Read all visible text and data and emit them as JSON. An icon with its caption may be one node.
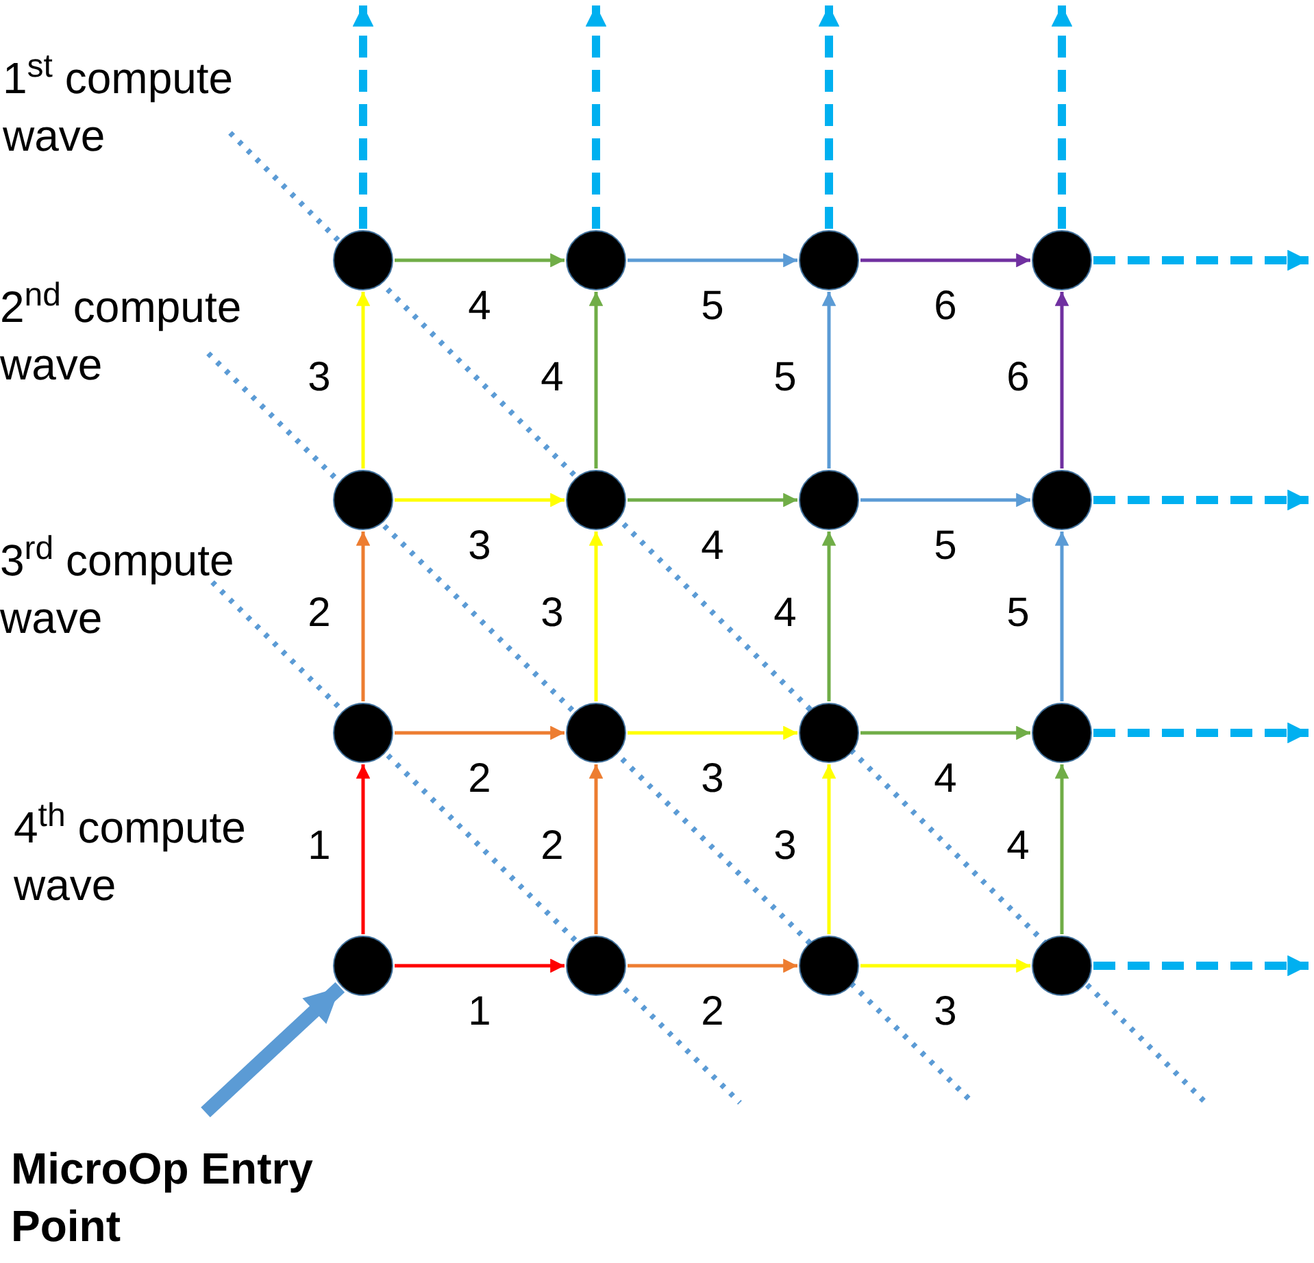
{
  "diagram": {
    "nodes": [
      {
        "text": [],
        "shape": "circle"
      },
      {
        "text": [],
        "shape": "circle"
      },
      {
        "text": [],
        "shape": "circle"
      },
      {
        "text": [],
        "shape": "circle"
      },
      {
        "text": [],
        "shape": "circle"
      },
      {
        "text": [],
        "shape": "circle"
      },
      {
        "text": [],
        "shape": "circle"
      },
      {
        "text": [],
        "shape": "circle"
      },
      {
        "text": [],
        "shape": "circle"
      },
      {
        "text": [],
        "shape": "circle"
      },
      {
        "text": [],
        "shape": "circle"
      },
      {
        "text": [],
        "shape": "circle"
      },
      {
        "text": [],
        "shape": "circle"
      },
      {
        "text": [],
        "shape": "circle"
      },
      {
        "text": [],
        "shape": "circle"
      },
      {
        "text": [],
        "shape": "circle"
      },
      {
        "text": [
          "MicroOp Entry Point"
        ]
      }
    ],
    "edges": [
      {
        "from": 12,
        "to": 13,
        "arrow": "to",
        "label": "1",
        "color": "#ff0000"
      },
      {
        "from": 13,
        "to": 14,
        "arrow": "to",
        "label": "2",
        "color": "#ed7d31"
      },
      {
        "from": 14,
        "to": 15,
        "arrow": "to",
        "label": "3",
        "color": "#ffff00"
      },
      {
        "from": 8,
        "to": 9,
        "arrow": "to",
        "label": "2",
        "color": "#ed7d31"
      },
      {
        "from": 9,
        "to": 10,
        "arrow": "to",
        "label": "3",
        "color": "#ffff00"
      },
      {
        "from": 10,
        "to": 11,
        "arrow": "to",
        "label": "4",
        "color": "#70ad47"
      },
      {
        "from": 4,
        "to": 5,
        "arrow": "to",
        "label": "3",
        "color": "#ffff00"
      },
      {
        "from": 5,
        "to": 6,
        "arrow": "to",
        "label": "4",
        "color": "#70ad47"
      },
      {
        "from": 6,
        "to": 7,
        "arrow": "to",
        "label": "5",
        "color": "#5b9bd5"
      },
      {
        "from": 0,
        "to": 1,
        "arrow": "to",
        "label": "4",
        "color": "#70ad47"
      },
      {
        "from": 1,
        "to": 2,
        "arrow": "to",
        "label": "5",
        "color": "#5b9bd5"
      },
      {
        "from": 2,
        "to": 3,
        "arrow": "to",
        "label": "6",
        "color": "#7030a0"
      },
      {
        "from": 12,
        "to": 8,
        "arrow": "to",
        "label": "1",
        "color": "#ff0000"
      },
      {
        "from": 8,
        "to": 4,
        "arrow": "to",
        "label": "2",
        "color": "#ed7d31"
      },
      {
        "from": 4,
        "to": 0,
        "arrow": "to",
        "label": "3",
        "color": "#ffff00"
      },
      {
        "from": 13,
        "to": 9,
        "arrow": "to",
        "label": "2",
        "color": "#ed7d31"
      },
      {
        "from": 9,
        "to": 5,
        "arrow": "to",
        "label": "3",
        "color": "#ffff00"
      },
      {
        "from": 5,
        "to": 1,
        "arrow": "to",
        "label": "4",
        "color": "#70ad47"
      },
      {
        "from": 14,
        "to": 10,
        "arrow": "to",
        "label": "3",
        "color": "#ffff00"
      },
      {
        "from": 10,
        "to": 6,
        "arrow": "to",
        "label": "4",
        "color": "#70ad47"
      },
      {
        "from": 6,
        "to": 2,
        "arrow": "to",
        "label": "5",
        "color": "#5b9bd5"
      },
      {
        "from": 15,
        "to": 11,
        "arrow": "to",
        "label": "4",
        "color": "#70ad47"
      },
      {
        "from": 11,
        "to": 7,
        "arrow": "to",
        "label": "5",
        "color": "#5b9bd5"
      },
      {
        "from": 7,
        "to": 3,
        "arrow": "to",
        "label": "6",
        "color": "#7030a0"
      },
      {
        "from": 0,
        "to": null,
        "arrow": "to",
        "style": "dashed",
        "color": "#00b0f0"
      },
      {
        "from": 1,
        "to": null,
        "arrow": "to",
        "style": "dashed",
        "color": "#00b0f0"
      },
      {
        "from": 2,
        "to": null,
        "arrow": "to",
        "style": "dashed",
        "color": "#00b0f0"
      },
      {
        "from": 3,
        "to": null,
        "arrow": "to",
        "style": "dashed",
        "color": "#00b0f0"
      },
      {
        "from": 3,
        "to": null,
        "arrow": "to",
        "style": "dashed",
        "color": "#00b0f0"
      },
      {
        "from": 7,
        "to": null,
        "arrow": "to",
        "style": "dashed",
        "color": "#00b0f0"
      },
      {
        "from": 11,
        "to": null,
        "arrow": "to",
        "style": "dashed",
        "color": "#00b0f0"
      },
      {
        "from": 15,
        "to": null,
        "arrow": "to",
        "style": "dashed",
        "color": "#00b0f0"
      },
      {
        "from": 16,
        "to": 12,
        "arrow": "to",
        "style": "thick",
        "color": "#5b9bd5"
      }
    ],
    "labels": [
      "1$^{st}$ compute wave",
      "2$^{nd}$ compute wave",
      "3$^{rd}$ compute wave",
      "4$^{th}$ compute wave"
    ]
  }
}
